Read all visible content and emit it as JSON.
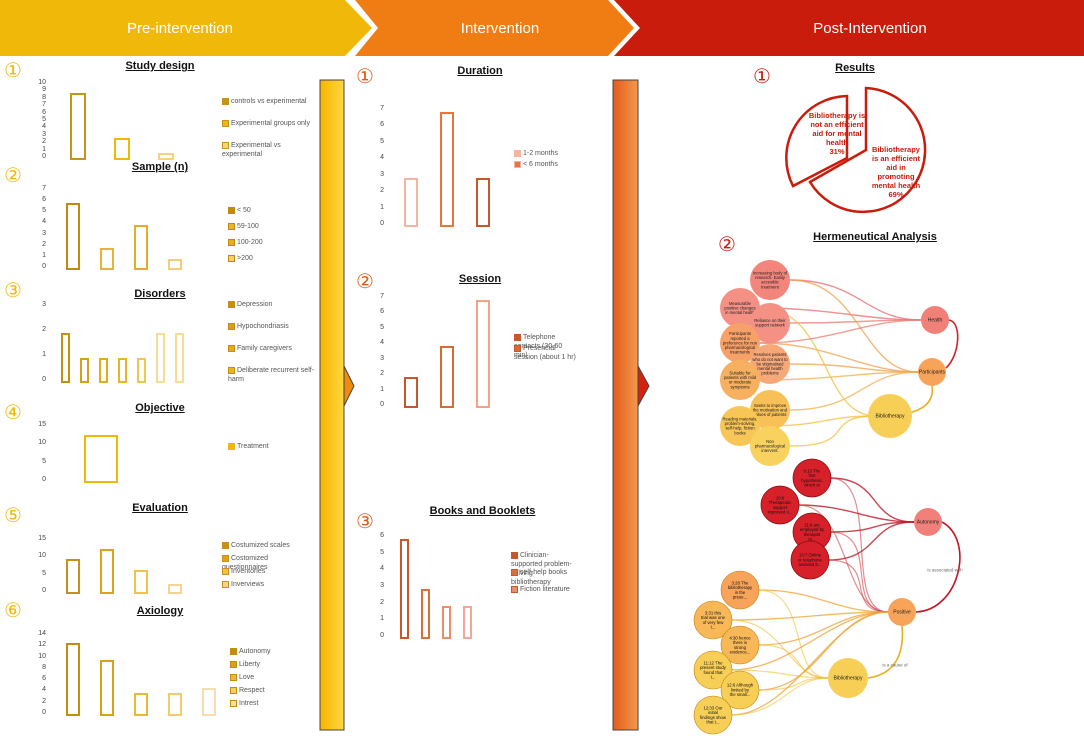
{
  "header": {
    "pre": "Pre-intervention",
    "intervention": "Intervention",
    "post": "Post-Intervention"
  },
  "colors": {
    "pre_bg": "#f0b90a",
    "intervention_bg": "#ef7d14",
    "post_bg": "#c91c0c"
  },
  "pre": {
    "study_design": {
      "number": "①",
      "title": "Study design",
      "yticks": [
        "10",
        "9",
        "8",
        "7",
        "6",
        "5",
        "4",
        "3",
        "2",
        "1",
        "0"
      ],
      "values": [
        9,
        3,
        1
      ],
      "legend": [
        "controls vs experimental",
        "Experimental groups only",
        "Experimental vs experimental"
      ]
    },
    "sample": {
      "number": "②",
      "title": "Sample (n)",
      "yticks": [
        "7",
        "6",
        "5",
        "4",
        "3",
        "2",
        "1",
        "0"
      ],
      "values": [
        6,
        2,
        4,
        1
      ],
      "legend": [
        "< 50",
        "59-100",
        "100-200",
        ">200"
      ]
    },
    "disorders": {
      "number": "③",
      "title": "Disorders",
      "yticks": [
        "3",
        "2",
        "1",
        "0"
      ],
      "values": [
        2,
        1,
        1,
        1,
        1,
        2,
        2
      ],
      "legend": [
        "Depression",
        "Hypochondriasis",
        "Family caregivers",
        "Deliberate recurrent self-harm"
      ]
    },
    "objective": {
      "number": "④",
      "title": "Objective",
      "yticks": [
        "15",
        "10",
        "5",
        "0"
      ],
      "values": [
        13
      ],
      "legend": [
        "Treatment"
      ]
    },
    "evaluation": {
      "number": "⑤",
      "title": "Evaluation",
      "yticks": [
        "15",
        "10",
        "5",
        "0"
      ],
      "values": [
        10,
        13,
        7,
        3
      ],
      "legend": [
        "Costumized scales",
        "Costomized questionnaires",
        "Inventories",
        "Inverviews"
      ]
    },
    "axiology": {
      "number": "⑥",
      "title": "Axiology",
      "yticks": [
        "14",
        "12",
        "10",
        "8",
        "6",
        "4",
        "2",
        "0"
      ],
      "values": [
        13,
        10,
        4,
        4,
        5
      ],
      "legend": [
        "Autonomy",
        "Liberty",
        "Love",
        "Respect",
        "Intrest"
      ]
    }
  },
  "intervention": {
    "duration": {
      "number": "①",
      "title": "Duration",
      "yticks": [
        "7",
        "6",
        "5",
        "4",
        "3",
        "2",
        "1",
        "0"
      ],
      "values": [
        3,
        7,
        3
      ],
      "legend": [
        "1-2 months",
        "< 6 months"
      ]
    },
    "session": {
      "number": "②",
      "title": "Session",
      "yticks": [
        "7",
        "6",
        "5",
        "4",
        "3",
        "2",
        "1",
        "0"
      ],
      "values": [
        2,
        4,
        7
      ],
      "legend": [
        "Telephone contacts (30-60 min)",
        "Presencial session (about 1 hr)"
      ]
    },
    "books": {
      "number": "③",
      "title": "Books and Booklets",
      "yticks": [
        "6",
        "5",
        "4",
        "3",
        "2",
        "1",
        "0"
      ],
      "values": [
        6,
        3,
        2,
        2
      ],
      "legend": [
        "Clinician-supported problem-solving bibliotherapy",
        "self-help books",
        "Fiction literature"
      ]
    }
  },
  "post": {
    "results": {
      "number": "①",
      "title": "Results",
      "slices": [
        {
          "label": "Bibliotherapy is not an efficient aid for mental health",
          "pct": "31%",
          "value": 31
        },
        {
          "label": "Bibliotherapy is an efficient aid in promoting mental health",
          "pct": "69%",
          "value": 69
        }
      ]
    },
    "hermeneutical": {
      "number": "②",
      "title": "Hermeneutical Analysis",
      "top_hubs": [
        "Health",
        "Participants",
        "Bibliotherapy"
      ],
      "top_nodes": [
        "Increasing body of research. Easily accesible treatment",
        "Measurable positive changes in mental health",
        "Reliance on their support network",
        "Participants reported a preference for non pharmacological treatments",
        "Resolves patients who do not want to be stigmatised mental health problems",
        "Suitable for patients with mild or moderate symptoms",
        "Seeks to improve the motivation and values of patients",
        "Reading materials, problem-solving, self-help, fiction books",
        "Non pharmacological intervent."
      ],
      "bottom_hubs": [
        "Autonomy",
        "Positive",
        "Bibliotherapy"
      ],
      "red_nodes": [
        "9:13 The first hypothesis, which st",
        "10:6 Therapeutic support improved o...",
        "11:6 are employed by therapist to...",
        "13:7 Online or telephone assisted b..."
      ],
      "yellow_nodes": [
        "3:28 The bibliotherapy in the prese...",
        "3:31 this trial was one of very few t...",
        "4:30 hence there is strong evidence...",
        "11:12 The present study found that t...",
        "12:6 Although limited by the small...",
        "12:33 Our initial findings show that t..."
      ],
      "edge_labels": [
        "is associated with",
        "is a cause of"
      ]
    }
  }
}
